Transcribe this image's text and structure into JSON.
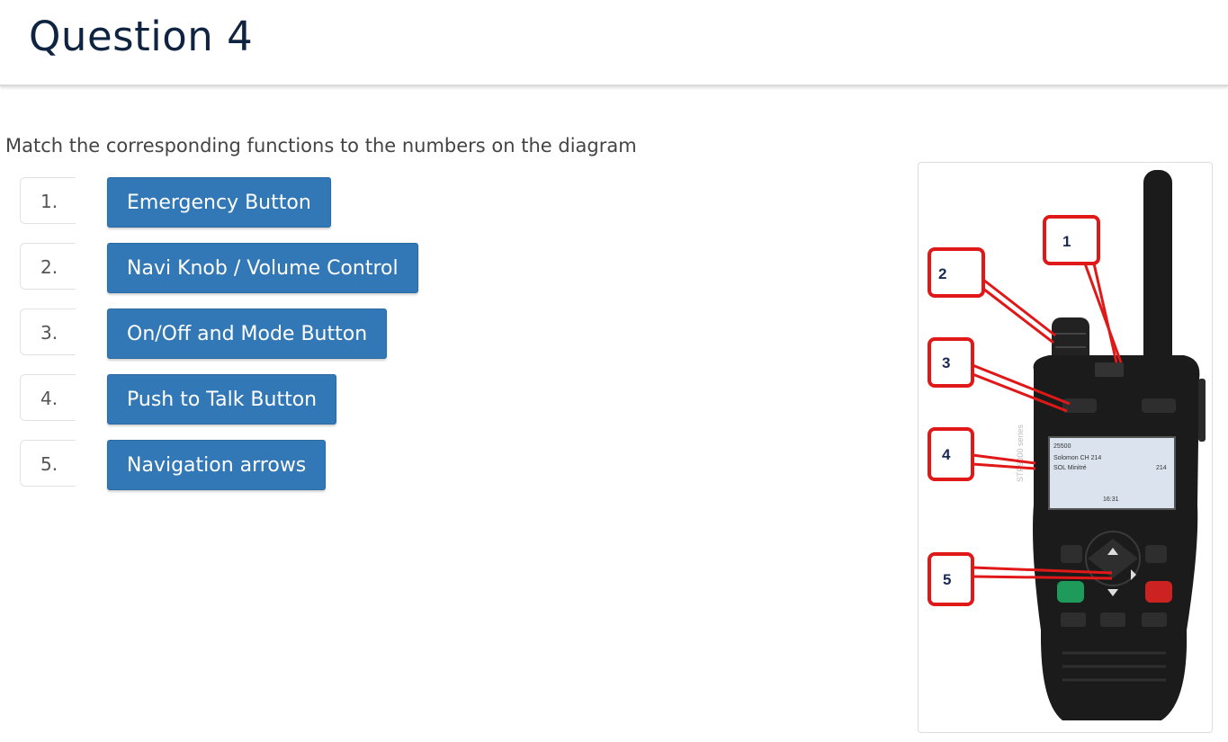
{
  "page": {
    "title": "Question 4",
    "instructions": "Match the corresponding functions to the numbers on the diagram"
  },
  "rows": [
    {
      "number": "1.",
      "answer": "Emergency Button"
    },
    {
      "number": "2.",
      "answer": "Navi Knob / Volume Control"
    },
    {
      "number": "3.",
      "answer": "On/Off and Mode Button"
    },
    {
      "number": "4.",
      "answer": "Push to Talk Button"
    },
    {
      "number": "5.",
      "answer": "Navigation arrows"
    }
  ],
  "diagram": {
    "callouts": [
      "1",
      "2",
      "3",
      "4",
      "5"
    ],
    "screen_lines": [
      "25500",
      "Solomon  CH  214",
      "SOL  Minitré",
      "214",
      "16:31"
    ],
    "side_label": "STP9000 series",
    "callout_color": "#e01818",
    "device_color": "#1b1b1b"
  },
  "colors": {
    "accent": "#3277b6",
    "title": "#0e2440"
  }
}
